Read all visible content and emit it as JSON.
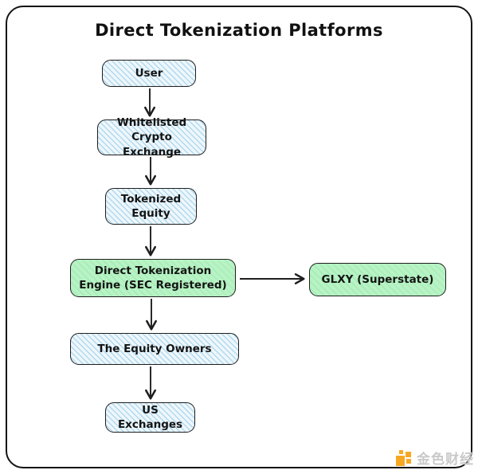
{
  "title": "Direct Tokenization Platforms",
  "nodes": {
    "user": "User",
    "whitelisted_exchange": "Whitelisted Crypto Exchange",
    "tokenized_equity": "Tokenized Equity",
    "tokenization_engine": "Direct Tokenization Engine (SEC Registered)",
    "glxy": "GLXY (Superstate)",
    "equity_owners": "The Equity Owners",
    "us_exchanges": "US Exchanges"
  },
  "watermark": {
    "text": "金色财经"
  },
  "colors": {
    "node_blue_fill": "#eef7fc",
    "node_blue_hatch": "#76bbdf",
    "node_green_fill": "#b7f3c4",
    "stroke": "#1e1e1e",
    "watermark_orange": "#f7a823",
    "watermark_text": "#c9c9c9"
  }
}
